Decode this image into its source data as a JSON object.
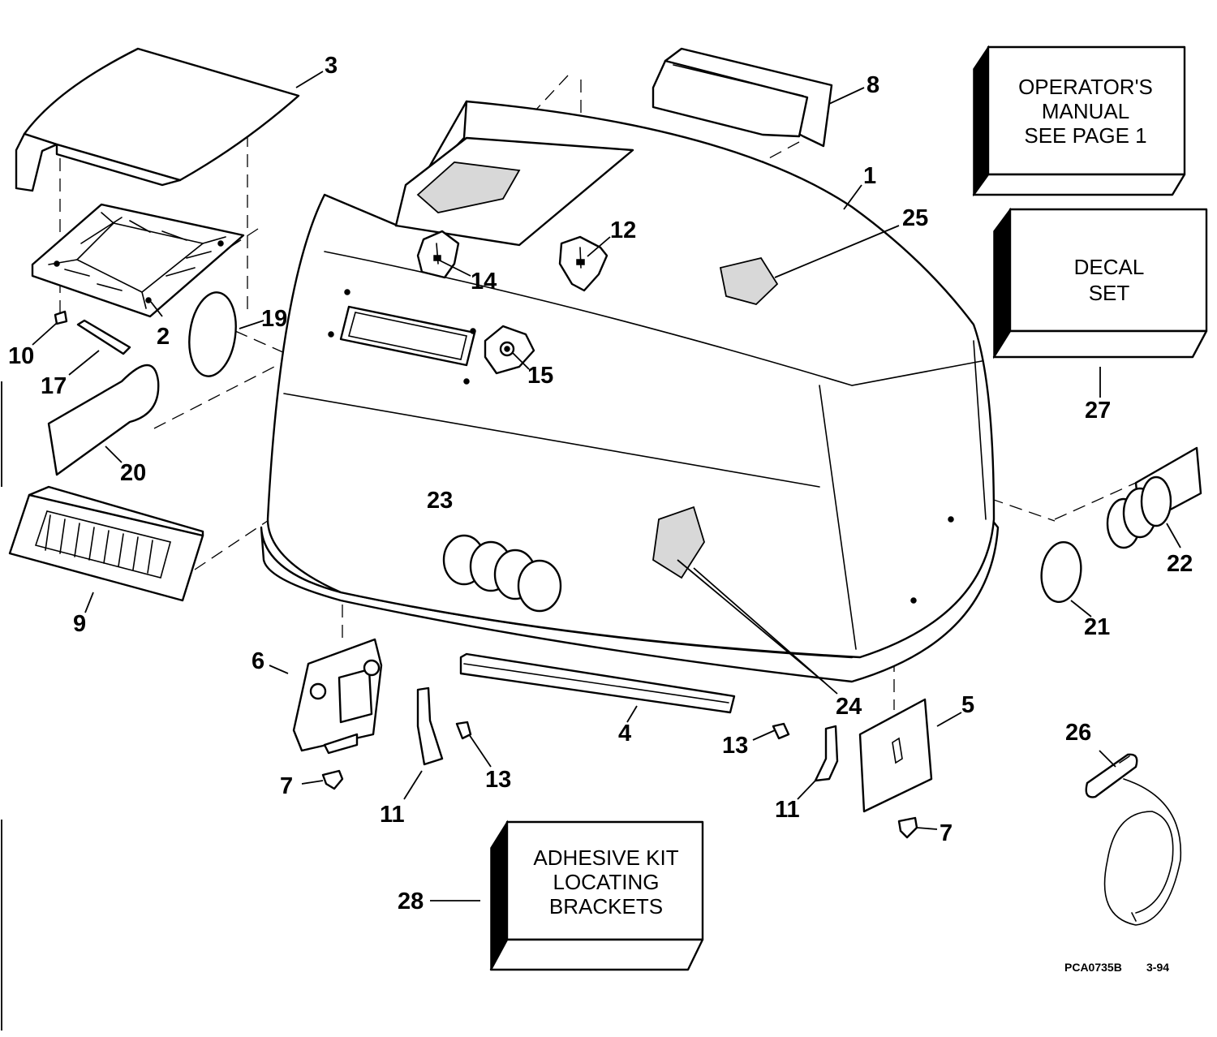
{
  "callouts": {
    "c1": "1",
    "c2": "2",
    "c3": "3",
    "c4": "4",
    "c5": "5",
    "c6": "6",
    "c7a": "7",
    "c7b": "7",
    "c8": "8",
    "c9": "9",
    "c10": "10",
    "c11a": "11",
    "c11b": "11",
    "c12": "12",
    "c13a": "13",
    "c13b": "13",
    "c14": "14",
    "c15": "15",
    "c17": "17",
    "c19": "19",
    "c20": "20",
    "c21": "21",
    "c22": "22",
    "c23": "23",
    "c24": "24",
    "c25": "25",
    "c26": "26",
    "c27": "27",
    "c28": "28"
  },
  "boxes": {
    "manual": [
      "OPERATOR'S",
      "MANUAL",
      "SEE PAGE 1"
    ],
    "decal": [
      "DECAL",
      "SET"
    ],
    "adhesive": [
      "ADHESIVE KIT",
      "LOCATING",
      "BRACKETS"
    ]
  },
  "footer": {
    "code": "PCA0735B",
    "date": "3-94"
  }
}
